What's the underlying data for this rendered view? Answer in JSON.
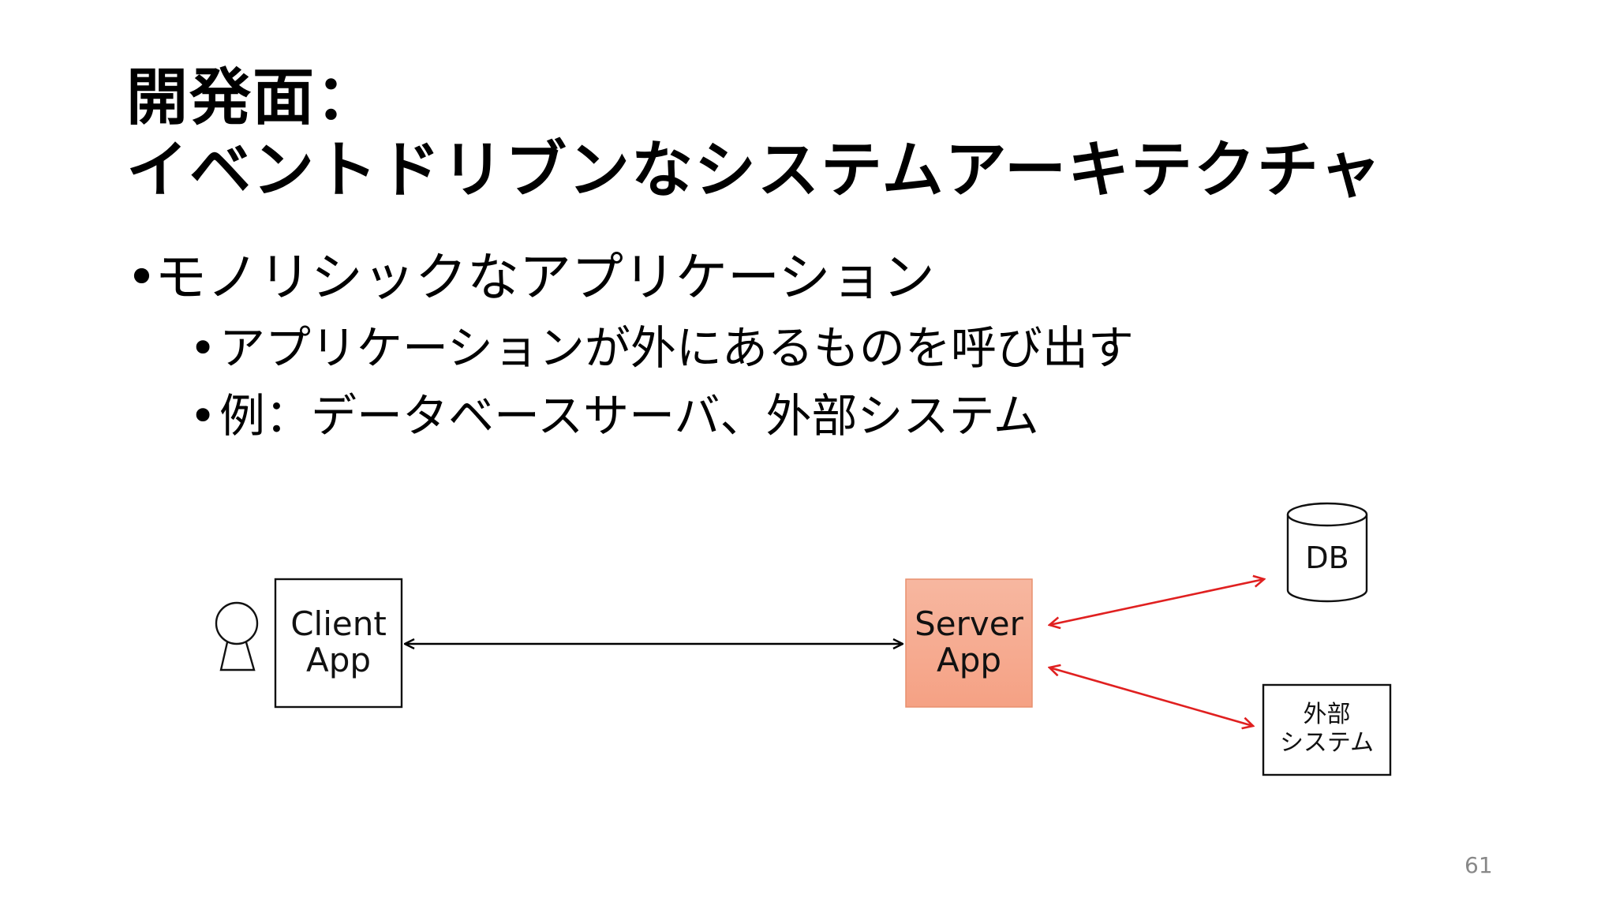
{
  "slide": {
    "title_line1": "開発面：",
    "title_line2": "イベントドリブンなシステムアーキテクチャ",
    "bullet_char": "•",
    "bullets": [
      {
        "text": "モノリシックなアプリケーション"
      },
      {
        "text": "アプリケーションが外にあるものを呼び出す"
      },
      {
        "text": "例：データベースサーバ、外部システム"
      }
    ],
    "page_number": "61"
  },
  "diagram": {
    "client": {
      "line1": "Client",
      "line2": "App"
    },
    "server": {
      "line1": "Server",
      "line2": "App"
    },
    "db": {
      "label": "DB"
    },
    "external": {
      "line1": "外部",
      "line2": "システム"
    },
    "colors": {
      "server_fill": "#f5a184",
      "server_fill_light": "#f7b7a0",
      "server_border": "#e8906e",
      "accent_arrow": "#e02020",
      "line": "#000000"
    }
  }
}
